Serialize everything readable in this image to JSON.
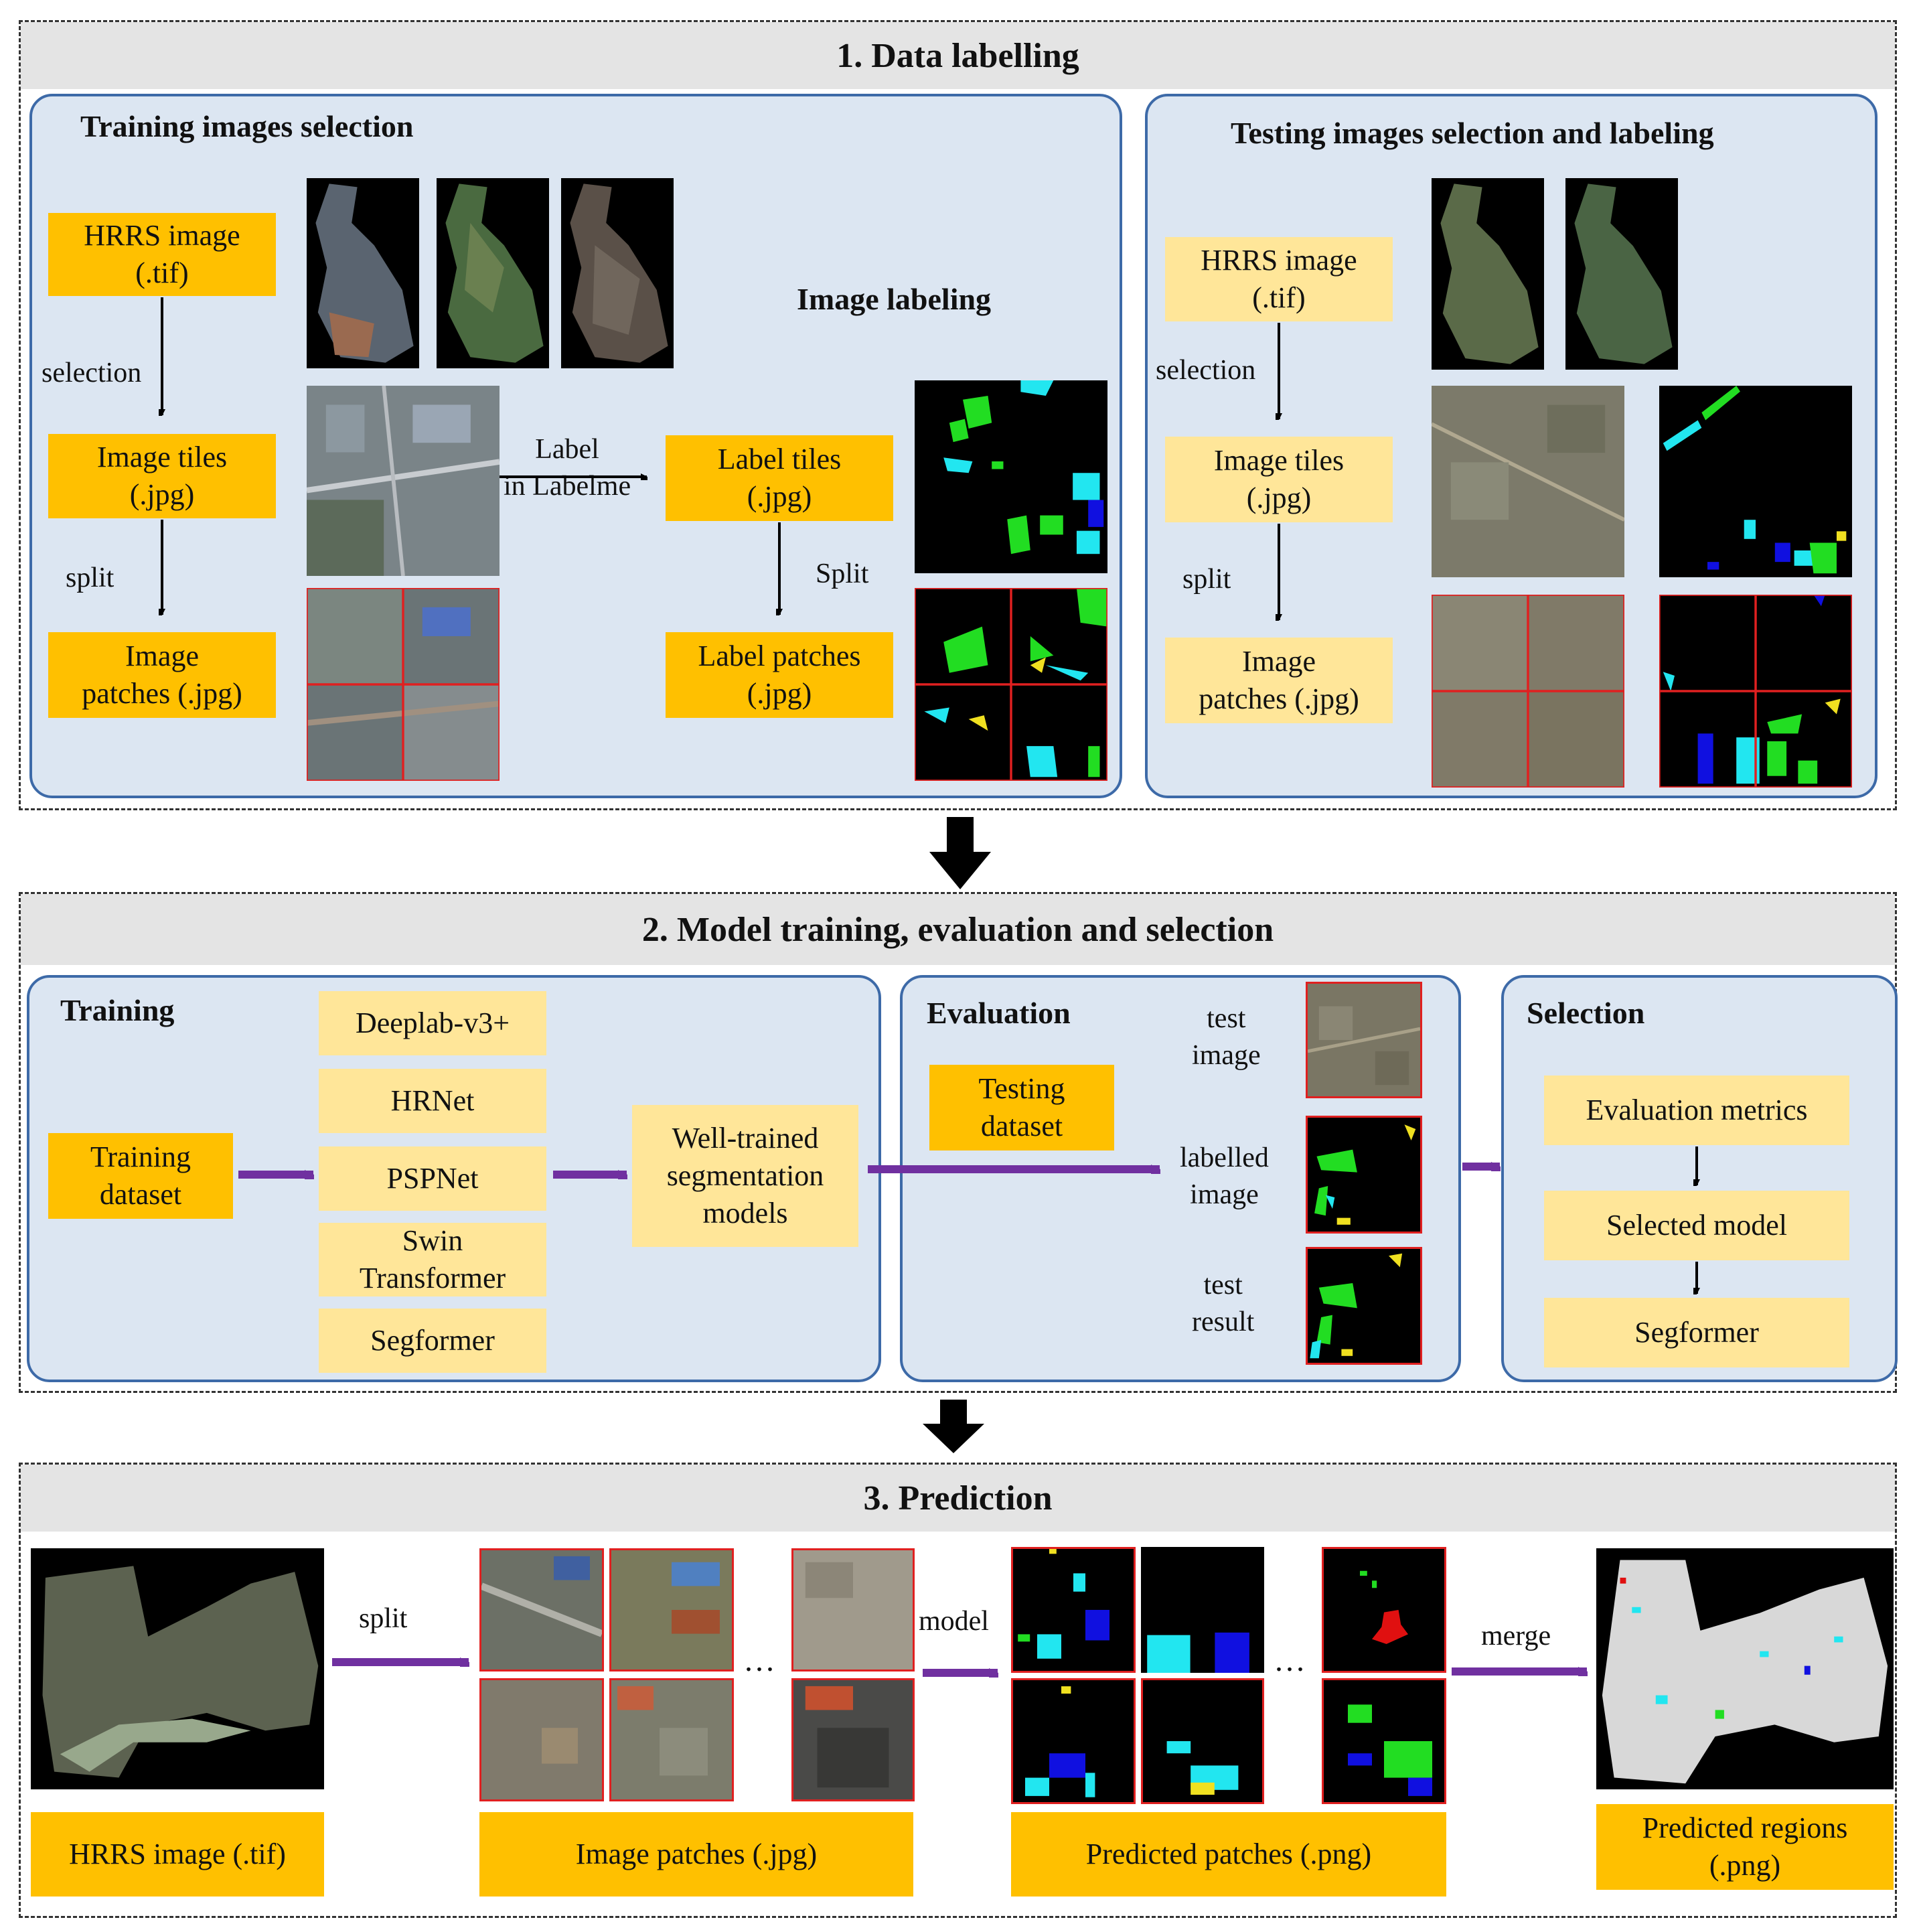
{
  "sections": {
    "data_labelling": {
      "title": "1. Data labelling",
      "training": {
        "title": "Training images selection",
        "hrrs_image": "HRRS image\n(.tif)",
        "selection": "selection",
        "image_tiles": "Image tiles\n(.jpg)",
        "split": "split",
        "image_patches": "Image\npatches (.jpg)",
        "image_labeling": "Image labeling",
        "label_arrow": "Label\nin Labelme",
        "label_tiles": "Label tiles\n(.jpg)",
        "split2": "Split",
        "label_patches": "Label patches\n(.jpg)"
      },
      "testing": {
        "title": "Testing images selection and labeling",
        "hrrs_image": "HRRS image\n(.tif)",
        "selection": "selection",
        "image_tiles": "Image tiles\n(.jpg)",
        "split": "split",
        "image_patches": "Image\npatches (.jpg)"
      }
    },
    "model": {
      "title": "2. Model training, evaluation and selection",
      "training": {
        "title": "Training",
        "dataset": "Training\ndataset",
        "models": [
          "Deeplab-v3+",
          "HRNet",
          "PSPNet",
          "Swin\nTransformer",
          "Segformer"
        ],
        "well_trained": "Well-trained\nsegmentation\nmodels"
      },
      "evaluation": {
        "title": "Evaluation",
        "dataset": "Testing\ndataset",
        "test_image": "test\nimage",
        "labelled_image": "labelled\nimage",
        "test_result": "test\nresult"
      },
      "selection": {
        "title": "Selection",
        "metrics": "Evaluation metrics",
        "selected": "Selected model",
        "segformer": "Segformer"
      }
    },
    "prediction": {
      "title": "3. Prediction",
      "split": "split",
      "model": "model",
      "merge": "merge",
      "ellipsis": "...",
      "hrrs_image": "HRRS image (.tif)",
      "image_patches": "Image patches (.jpg)",
      "predicted_patches": "Predicted patches (.png)",
      "predicted_regions": "Predicted regions\n(.png)"
    }
  },
  "colors": {
    "panel_fill": "#dce6f2",
    "panel_border": "#3d6aa8",
    "dark_box": "#ffc000",
    "light_box": "#ffe699",
    "flow_arrow": "#7030a0",
    "label_green": "#22dd22",
    "label_cyan": "#22e6f0",
    "label_blue": "#1010e0",
    "label_yellow": "#f0e020",
    "label_red": "#e01010"
  }
}
